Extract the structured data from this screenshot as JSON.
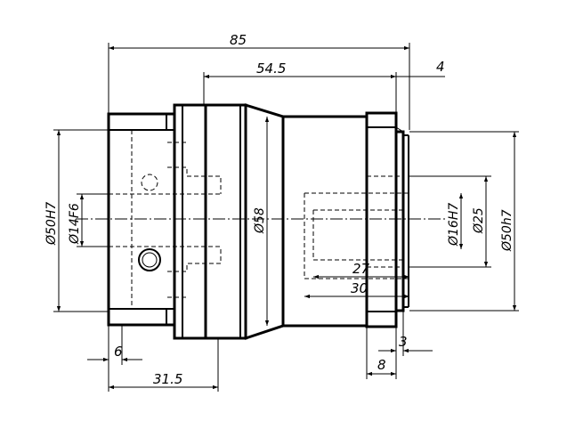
{
  "dimensions": {
    "overall_length": "85",
    "right_section_length": "54.5",
    "flange_offset": "4",
    "bore_left": "Ø50H7",
    "bore_small": "Ø14F6",
    "body_diameter": "Ø58",
    "bore_right_small": "Ø16H7",
    "diameter_25": "Ø25",
    "shaft_right": "Ø50h7",
    "depth_27": "27",
    "depth_30": "30",
    "chamfer_3": "3",
    "left_step": "6",
    "left_length": "31.5",
    "flange_width": "8"
  }
}
